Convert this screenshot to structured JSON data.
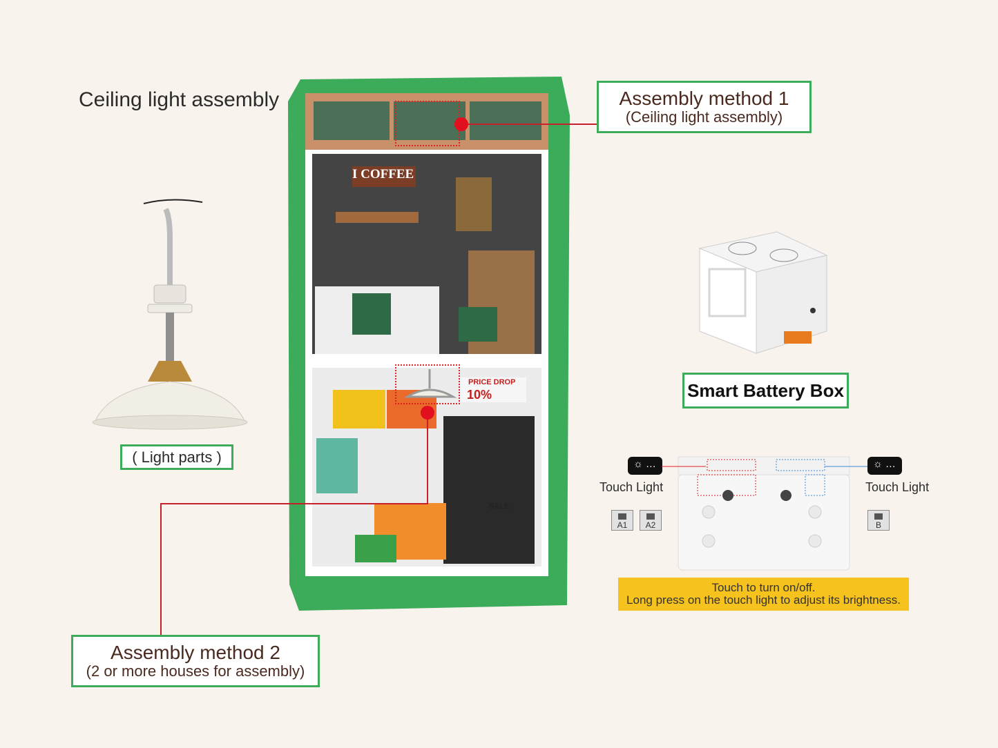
{
  "heading": "Ceiling light assembly",
  "assembly_method_1": {
    "title": "Assembly method 1",
    "subtitle": "(Ceiling light assembly)"
  },
  "assembly_method_2": {
    "title": "Assembly method 2",
    "subtitle": "(2 or more houses for assembly)"
  },
  "light_parts_label": "( Light parts )",
  "battery_box_label": "Smart Battery Box",
  "touch_light_left": "Touch Light",
  "touch_light_right": "Touch Light",
  "note": {
    "line1": "Touch to turn on/off.",
    "line2": "Long press on the touch light to adjust its brightness."
  },
  "ports": {
    "a1": "A1",
    "a2": "A2",
    "b": "B"
  },
  "house_signs": {
    "coffee": "I COFFEE",
    "price_drop": "PRICE DROP",
    "discount": "10%",
    "sale": "SALE"
  },
  "colors": {
    "frame_green": "#3cab5a",
    "leader_red": "#c8202a",
    "note_yellow": "#f6c21d",
    "background": "#f9f3ee"
  },
  "icons": [
    "ceiling-lamp-icon",
    "battery-box-icon",
    "touch-button-icon"
  ]
}
